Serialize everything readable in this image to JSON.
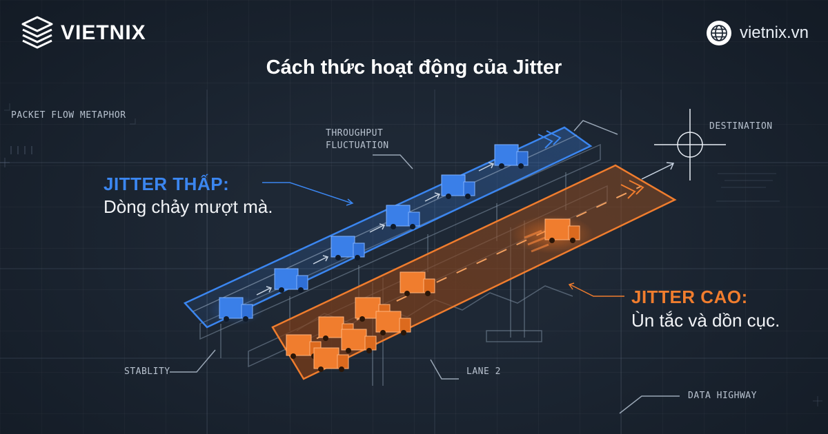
{
  "brand": {
    "logo_text": "VIETNIX",
    "website": "vietnix.vn"
  },
  "title": "Cách thức hoạt động của Jitter",
  "labels": {
    "packet_flow": "PACKET FLOW METAPHOR",
    "throughput_line1": "THROUGHPUT",
    "throughput_line2": "FLUCTUATION",
    "destination": "DESTINATION",
    "stability": "STABLITY",
    "lane2": "LANE 2",
    "data_highway": "DATA HIGHWAY"
  },
  "callouts": {
    "low": {
      "heading": "JITTER THẤP:",
      "text": "Dòng chảy mượt mà.",
      "color": "#3b86f0"
    },
    "high": {
      "heading": "JITTER CAO:",
      "text": "Ùn tắc và dồn cục.",
      "color": "#f07d2e"
    }
  },
  "colors": {
    "blue": "#3b86f0",
    "orange": "#f07d2e",
    "background": "#1e2835"
  },
  "icons": {
    "logo": "stacked-layers-icon",
    "globe": "globe-icon",
    "crosshair": "crosshair-icon"
  }
}
